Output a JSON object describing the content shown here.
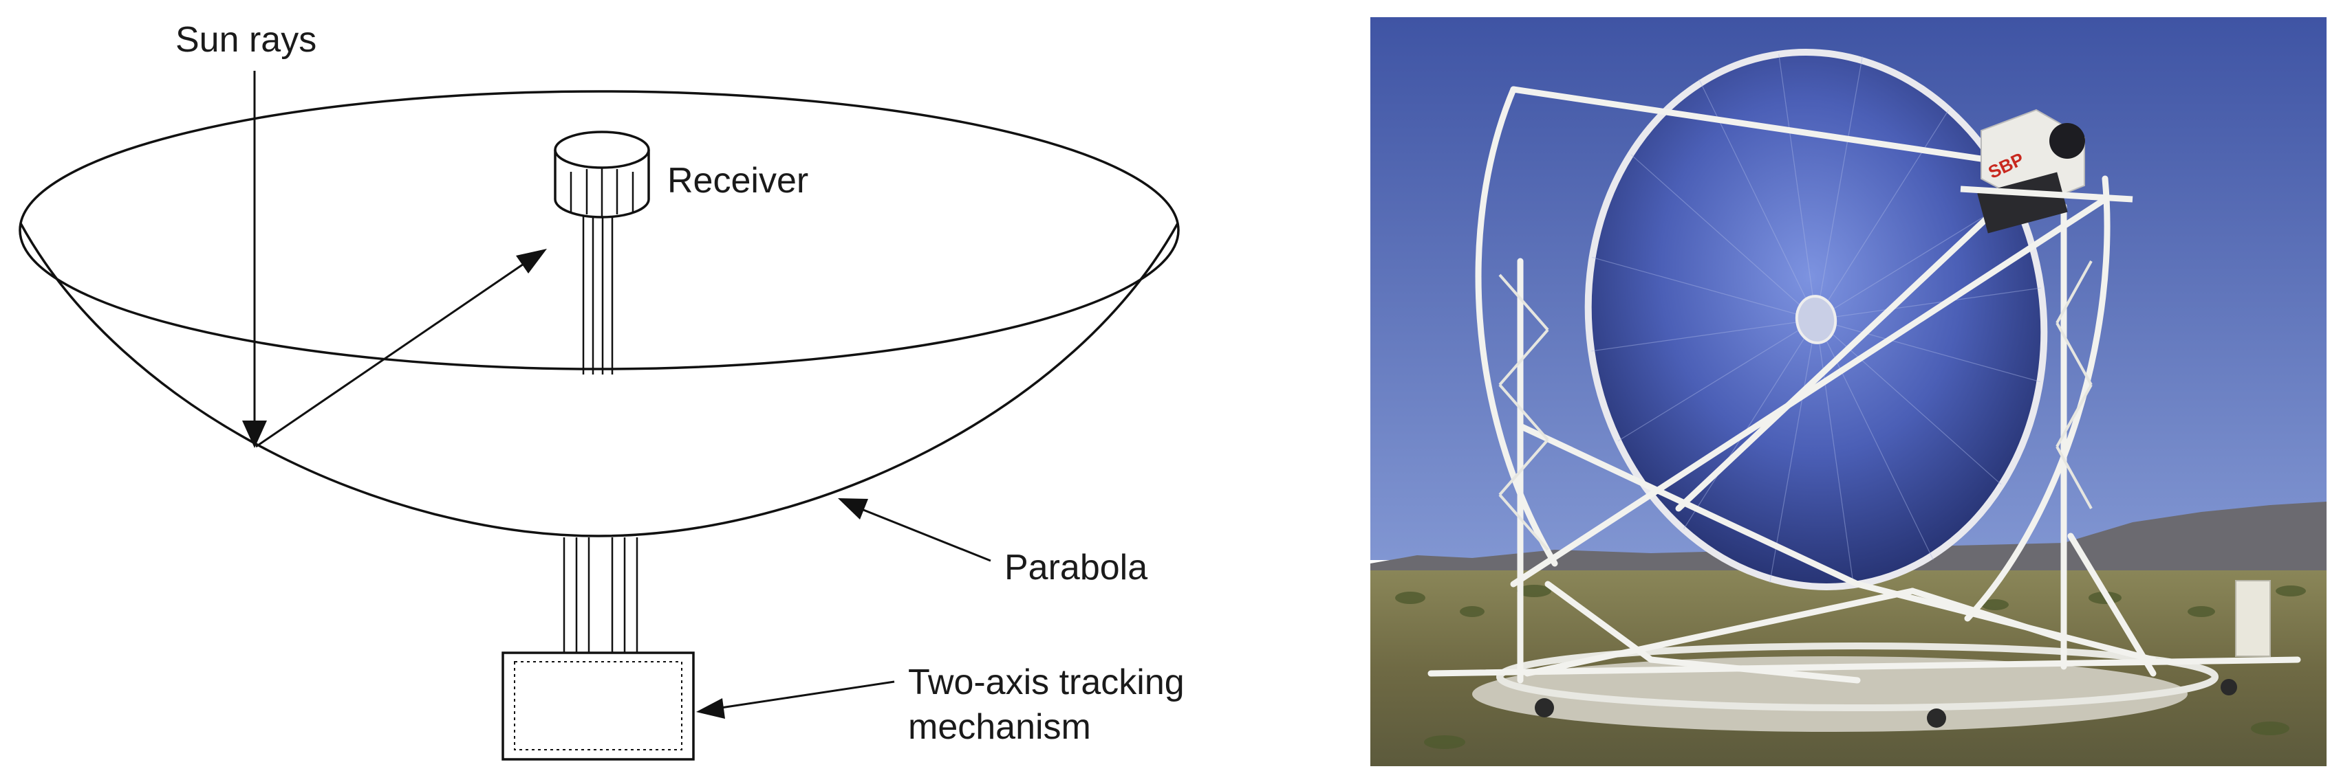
{
  "diagram": {
    "labels": {
      "sun_rays": "Sun rays",
      "receiver": "Receiver",
      "parabola": "Parabola",
      "tracking_line1": "Two-axis tracking",
      "tracking_line2": "mechanism"
    }
  },
  "photo": {
    "dish_emblem": "SBP"
  },
  "colors": {
    "sky_top": "#3f54a4",
    "sky_bottom": "#7f95d0",
    "mirror_center": "#6f86d8",
    "mirror_edge": "#26316f",
    "ground": "#7f7a52",
    "structure": "#f2f2ee",
    "emblem": "#c8281e"
  }
}
